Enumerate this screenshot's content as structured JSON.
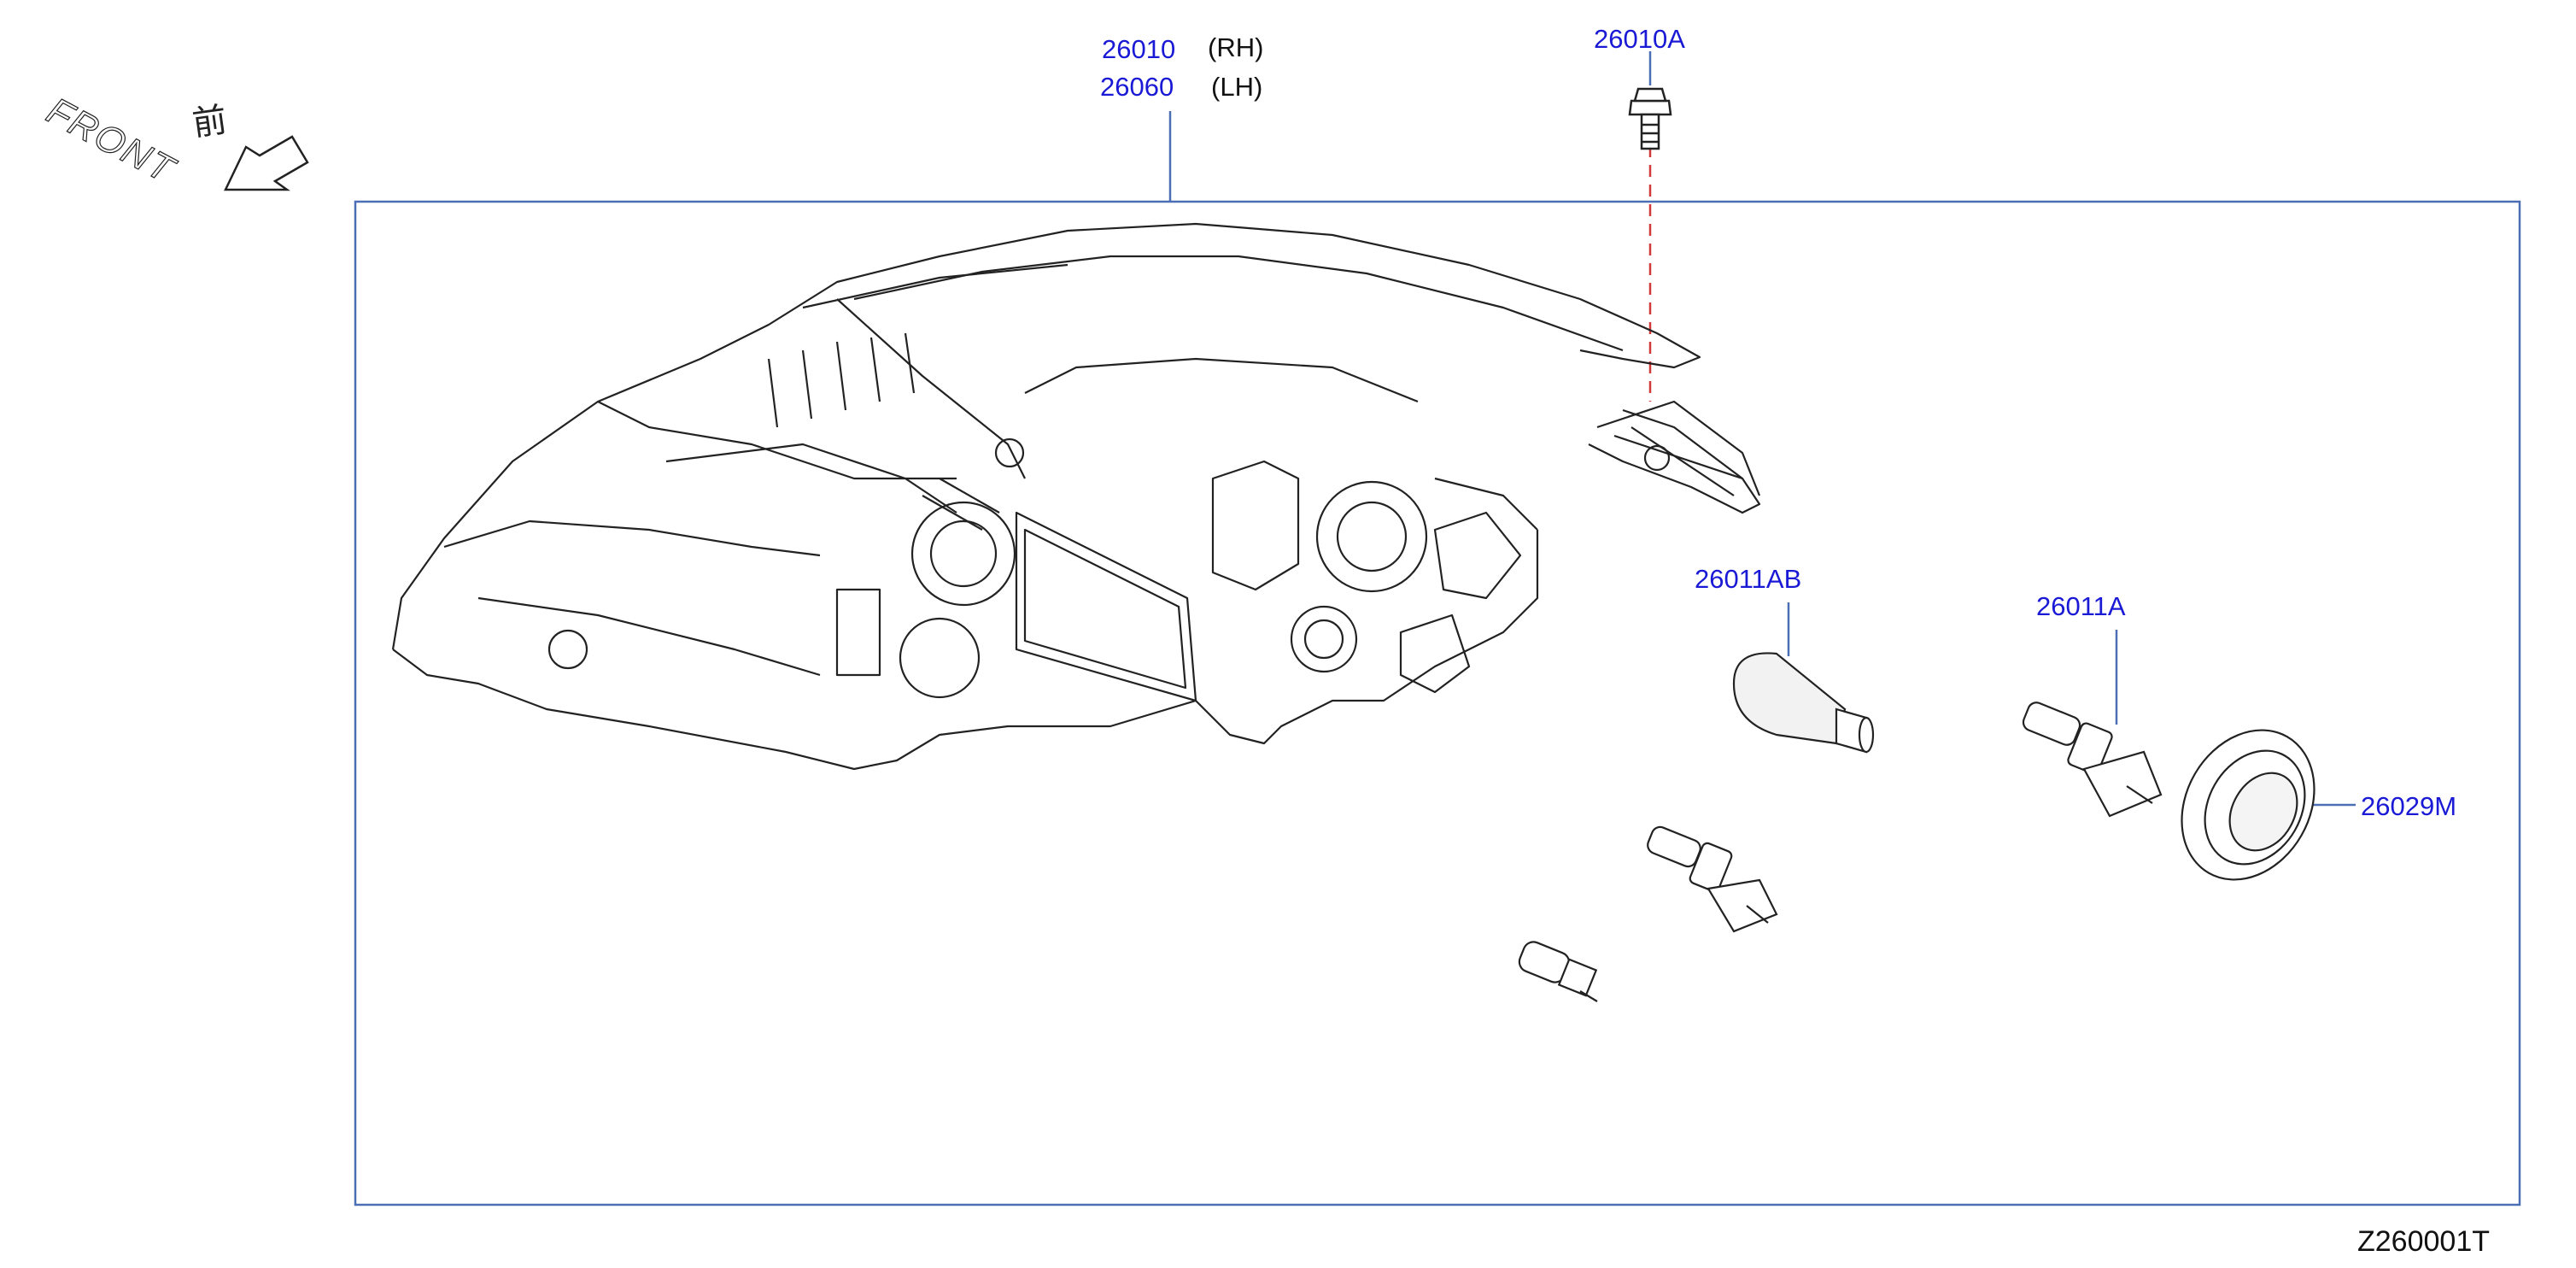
{
  "orientation": {
    "front_label": "FRONT",
    "front_kanji": "前"
  },
  "callouts": {
    "headlamp_rh_number": "26010",
    "headlamp_rh_side": "(RH)",
    "headlamp_lh_number": "26060",
    "headlamp_lh_side": "(LH)",
    "bolt": "26010A",
    "bulb_ab": "26011AB",
    "bulb_a": "26011A",
    "cap": "26029M"
  },
  "diagram_code": "Z260001T",
  "colors": {
    "callout_text": "#1a1ad6",
    "frame_line": "#4a6fb5",
    "hidden_line": "#d23a3a",
    "drawing": "#222222"
  }
}
